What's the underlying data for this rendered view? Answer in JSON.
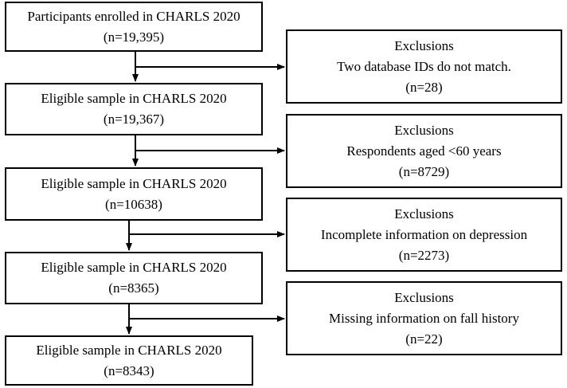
{
  "main_boxes": [
    {
      "title": "Participants enrolled in CHARLS 2020",
      "count": "(n=19,395)"
    },
    {
      "title": "Eligible sample in CHARLS 2020",
      "count": "(n=19,367)"
    },
    {
      "title": "Eligible sample in CHARLS 2020",
      "count": "(n=10638)"
    },
    {
      "title": "Eligible sample in CHARLS 2020",
      "count": "(n=8365)"
    },
    {
      "title": "Eligible sample in CHARLS 2020",
      "count": "(n=8343)"
    }
  ],
  "exclusion_boxes": [
    {
      "heading": "Exclusions",
      "reason": "Two database IDs do not match.",
      "count": "(n=28)"
    },
    {
      "heading": "Exclusions",
      "reason": "Respondents aged <60 years",
      "count": "(n=8729)"
    },
    {
      "heading": "Exclusions",
      "reason": "Incomplete information on depression",
      "count": "(n=2273)"
    },
    {
      "heading": "Exclusions",
      "reason": "Missing information on fall history",
      "count": "(n=22)"
    }
  ]
}
